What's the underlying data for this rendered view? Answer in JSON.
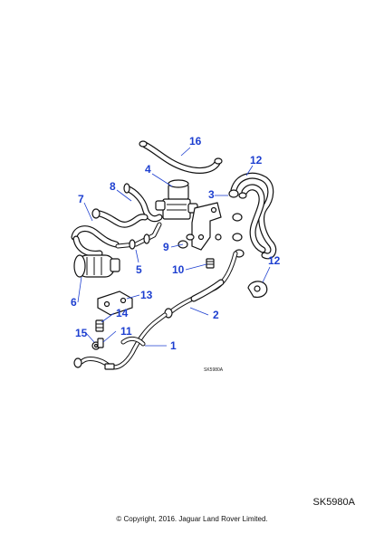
{
  "diagram": {
    "callouts": [
      {
        "id": "c1",
        "label": "1"
      },
      {
        "id": "c2",
        "label": "2"
      },
      {
        "id": "c3",
        "label": "3"
      },
      {
        "id": "c4",
        "label": "4"
      },
      {
        "id": "c5",
        "label": "5"
      },
      {
        "id": "c6",
        "label": "6"
      },
      {
        "id": "c7",
        "label": "7"
      },
      {
        "id": "c8",
        "label": "8"
      },
      {
        "id": "c9",
        "label": "9"
      },
      {
        "id": "c10",
        "label": "10"
      },
      {
        "id": "c11",
        "label": "11"
      },
      {
        "id": "c12a",
        "label": "12"
      },
      {
        "id": "c12b",
        "label": "12"
      },
      {
        "id": "c13",
        "label": "13"
      },
      {
        "id": "c14",
        "label": "14"
      },
      {
        "id": "c15",
        "label": "15"
      },
      {
        "id": "c16",
        "label": "16"
      }
    ],
    "inline_reference": "SK5980A"
  },
  "footer": {
    "reference_code": "SK5980A",
    "copyright": "© Copyright, 2016. Jaguar Land Rover Limited."
  },
  "colors": {
    "callout": "#1d3fd0",
    "line_art": "#111111",
    "background": "#ffffff"
  }
}
